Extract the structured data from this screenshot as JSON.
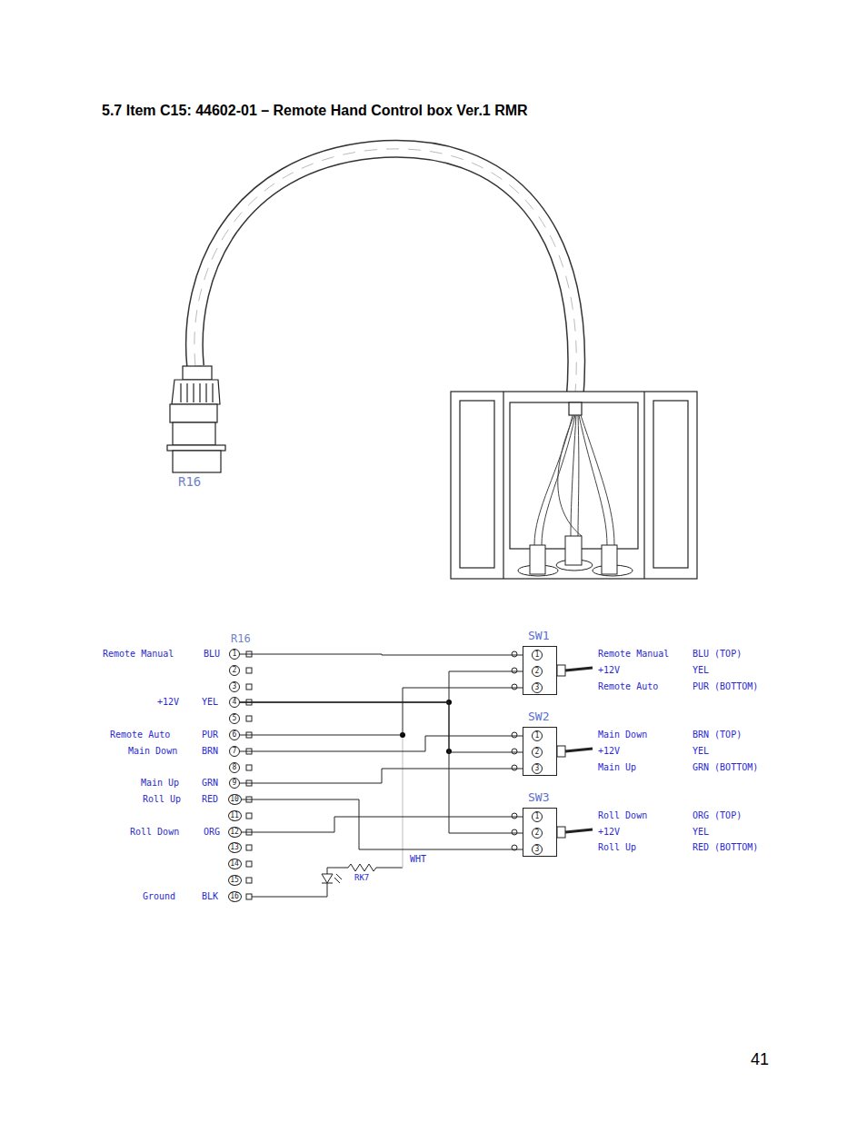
{
  "diagram": {
    "title": "5.7 Item C15: 44602-01 – Remote Hand Control box Ver.1 RMR",
    "nodes": [
      {
        "text": [
          "1"
        ]
      },
      {
        "text": [
          "2"
        ]
      },
      {
        "text": [
          "3"
        ]
      },
      {
        "text": [
          "4"
        ]
      },
      {
        "text": [
          "5"
        ]
      },
      {
        "text": [
          "6"
        ]
      },
      {
        "text": [
          "7"
        ]
      },
      {
        "text": [
          "8"
        ]
      },
      {
        "text": [
          "9"
        ]
      },
      {
        "text": [
          "10"
        ]
      },
      {
        "text": [
          "11"
        ]
      },
      {
        "text": [
          "12"
        ]
      },
      {
        "text": [
          "13"
        ]
      },
      {
        "text": [
          "14"
        ]
      },
      {
        "text": [
          "15"
        ]
      },
      {
        "text": [
          "16"
        ]
      },
      {
        "text": [
          "SW1"
        ]
      },
      {
        "text": [
          "1"
        ],
        "in": 16
      },
      {
        "text": [
          "2"
        ],
        "in": 16
      },
      {
        "text": [
          "3"
        ],
        "in": 16
      },
      {
        "text": [
          "SW2"
        ]
      },
      {
        "text": [
          "1"
        ],
        "in": 20
      },
      {
        "text": [
          "2"
        ],
        "in": 20
      },
      {
        "text": [
          "3"
        ],
        "in": 20
      },
      {
        "text": [
          "SW3"
        ]
      },
      {
        "text": [
          "1"
        ],
        "in": 24
      },
      {
        "text": [
          "2"
        ],
        "in": 24
      },
      {
        "text": [
          "3"
        ],
        "in": 24
      }
    ],
    "edges": [
      {
        "from": 0,
        "to": 17,
        "arrow": "none"
      },
      {
        "from": 3,
        "to": 18,
        "arrow": "none"
      },
      {
        "from": 3,
        "to": 22,
        "arrow": "none"
      },
      {
        "from": 3,
        "to": 26,
        "arrow": "none"
      },
      {
        "from": 5,
        "to": 19,
        "arrow": "none"
      },
      {
        "from": 6,
        "to": 21,
        "arrow": "none"
      },
      {
        "from": 8,
        "to": 23,
        "arrow": "none"
      },
      {
        "from": 9,
        "to": 27,
        "arrow": "none"
      },
      {
        "from": 11,
        "to": 25,
        "arrow": "none"
      }
    ],
    "labels": [
      "R16",
      "R16",
      "Remote Manual",
      "BLU",
      "+12V",
      "YEL",
      "Remote Auto",
      "PUR",
      "Main Down",
      "BRN",
      "Main Up",
      "GRN",
      "Roll Up",
      "RED",
      "Roll Down",
      "ORG",
      "Ground",
      "BLK",
      "WHT",
      "RK7",
      "Remote Manual",
      "BLU (TOP)",
      "+12V",
      "YEL",
      "Remote Auto",
      "PUR (BOTTOM)",
      "Main Down",
      "BRN (TOP)",
      "+12V",
      "YEL",
      "Main Up",
      "GRN (BOTTOM)",
      "Roll Down",
      "ORG (TOP)",
      "+12V",
      "YEL",
      "Roll Up",
      "RED (BOTTOM)",
      "41"
    ]
  }
}
